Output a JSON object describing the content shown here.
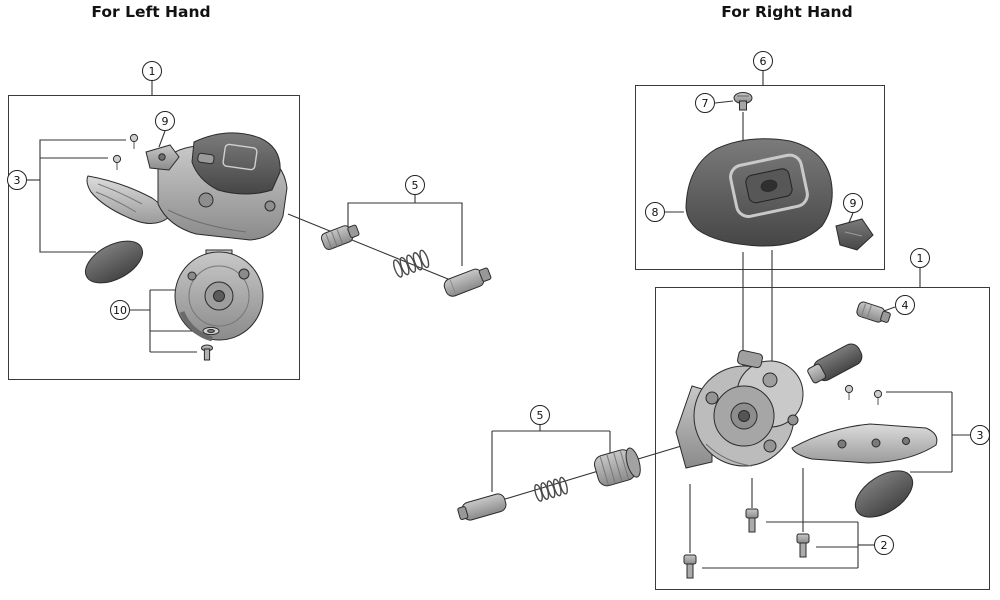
{
  "titles": {
    "left": "For Left Hand",
    "right": "For Right Hand"
  },
  "callouts": {
    "left": {
      "c1": "1",
      "c3": "3",
      "c5": "5",
      "c9": "9",
      "c10": "10"
    },
    "right": {
      "c1": "1",
      "c2": "2",
      "c3": "3",
      "c4": "4",
      "c5": "5",
      "c6": "6",
      "c7": "7",
      "c8": "8",
      "c9": "9"
    }
  },
  "colors": {
    "background": "#ffffff",
    "leader_line": "#333333",
    "box_border": "#3a3a3a",
    "part_dark": "#4a4a4a",
    "part_light": "#c8c8c8"
  }
}
